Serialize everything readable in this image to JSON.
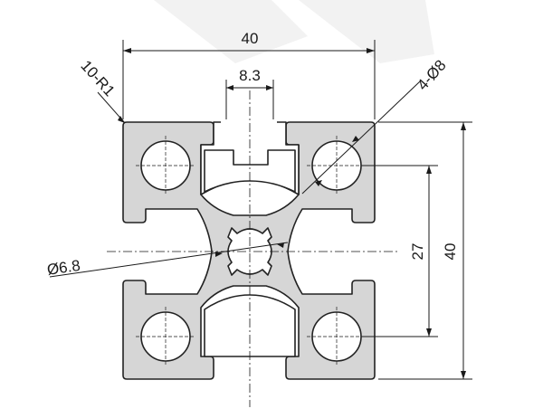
{
  "drawing": {
    "profile_name": "",
    "dimensions": {
      "overall_width": "40",
      "overall_height": "40",
      "slot_width": "8.3",
      "hole_spacing": "27",
      "corner_radius_note": "10-R1",
      "hole_note": "4-Ø8",
      "center_bore": "Ø6.8"
    }
  },
  "colors": {
    "profile_fill": "#d6d6d6",
    "outline": "#222222",
    "background": "#ffffff"
  }
}
